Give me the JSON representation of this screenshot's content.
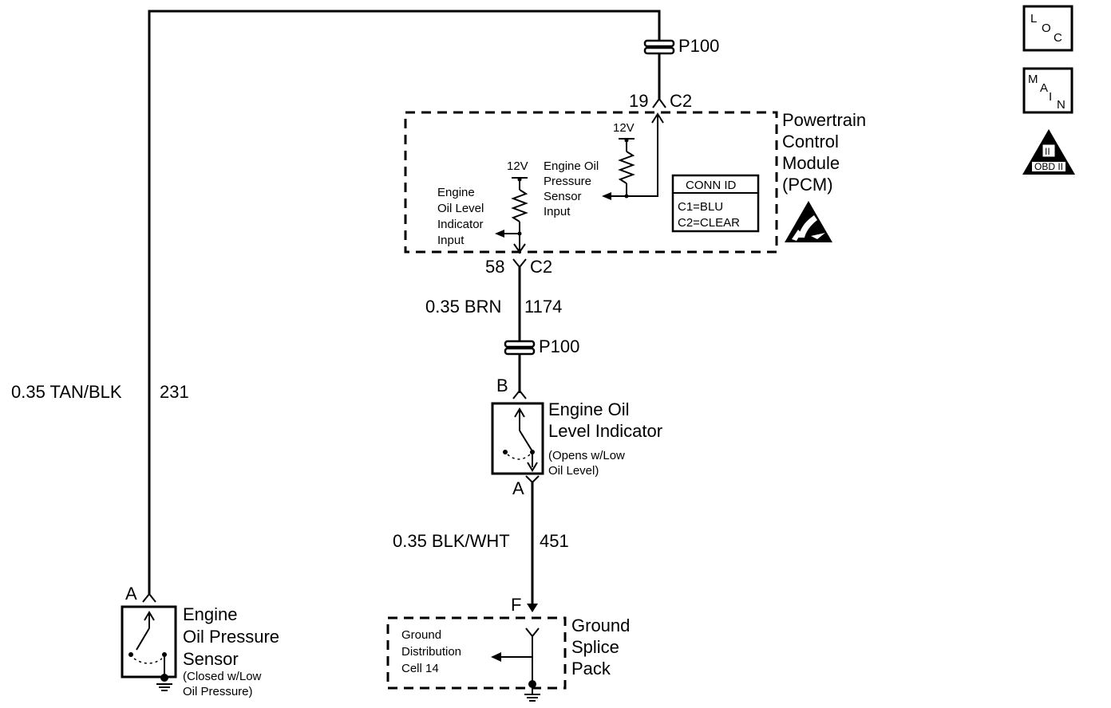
{
  "splices": {
    "top": "P100",
    "middle": "P100"
  },
  "pcm": {
    "title_lines": [
      "Powertrain",
      "Control",
      "Module",
      "(PCM)"
    ],
    "conn_id": {
      "header": "CONN ID",
      "c1": "C1=BLU",
      "c2": "C2=CLEAR"
    },
    "pin_top": {
      "number": "19",
      "connector": "C2"
    },
    "pin_bottom": {
      "number": "58",
      "connector": "C2"
    },
    "volt_left": "12V",
    "volt_right": "12V",
    "level_input_lines": [
      "Engine",
      "Oil Level",
      "Indicator",
      "Input"
    ],
    "pressure_input_lines": [
      "Engine Oil",
      "Pressure",
      "Sensor",
      "Input"
    ]
  },
  "wires": {
    "left": {
      "gauge_color": "0.35 TAN/BLK",
      "circuit": "231"
    },
    "middle": {
      "gauge_color": "0.35 BRN",
      "circuit": "1174"
    },
    "lower": {
      "gauge_color": "0.35 BLK/WHT",
      "circuit": "451"
    }
  },
  "level_indicator": {
    "pin_b": "B",
    "pin_a": "A",
    "title_lines": [
      "Engine Oil",
      "Level Indicator"
    ],
    "note_lines": [
      "(Opens w/Low",
      "Oil Level)"
    ]
  },
  "pressure_sensor": {
    "pin_a": "A",
    "title_lines": [
      "Engine",
      "Oil Pressure",
      "Sensor"
    ],
    "note_lines": [
      "(Closed w/Low",
      "Oil Pressure)"
    ]
  },
  "ground_pack": {
    "pin_f": "F",
    "title_lines": [
      "Ground",
      "Splice",
      "Pack"
    ],
    "cell_lines": [
      "Ground",
      "Distribution",
      "Cell 14"
    ]
  },
  "badges": {
    "loc": [
      "L",
      "O",
      "C"
    ],
    "main": [
      "M",
      "A",
      "I",
      "N"
    ],
    "obd": {
      "letter": "II",
      "label": "OBD II"
    }
  },
  "icons": {
    "esd": "esd-warning-icon",
    "ground": "ground-symbol-icon"
  }
}
